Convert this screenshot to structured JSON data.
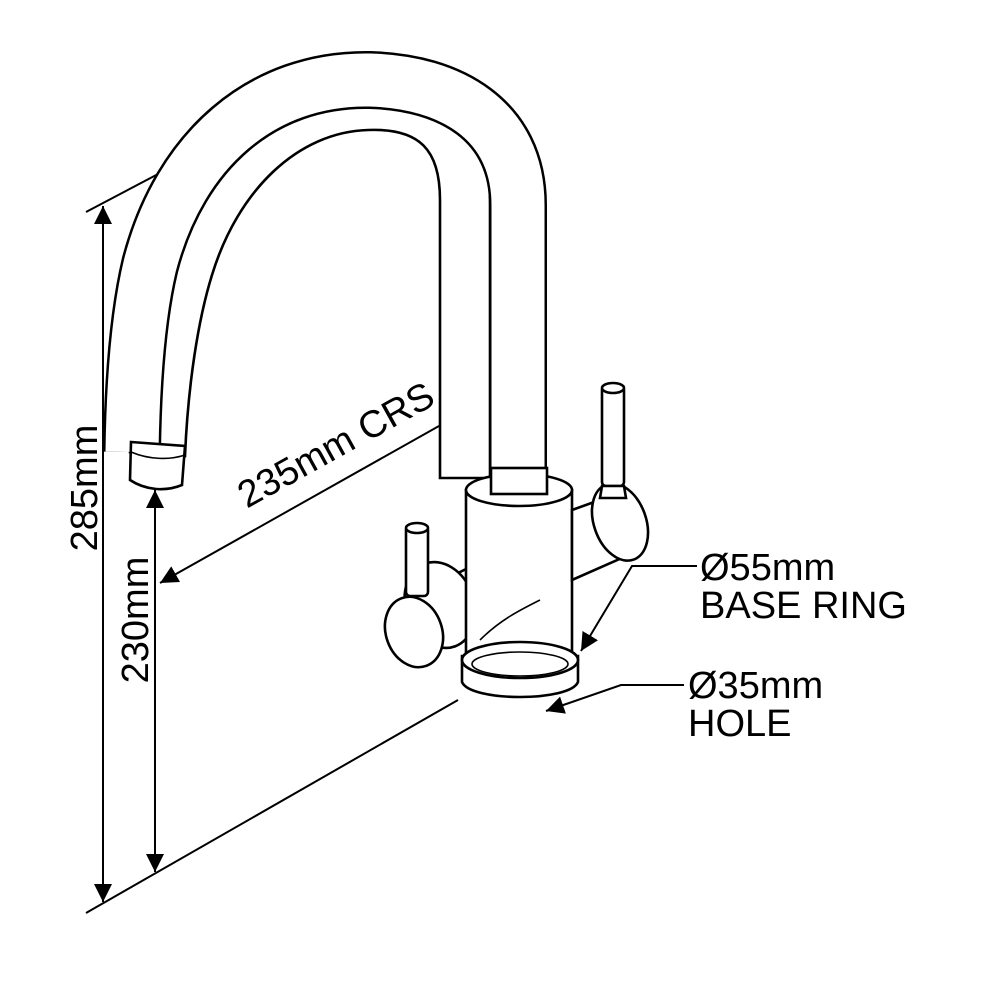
{
  "dimensions": {
    "overall_height": "285mm",
    "spout_height": "230mm",
    "spout_reach": "235mm CRS",
    "base_ring_size": "Ø55mm",
    "base_ring_label": "BASE RING",
    "hole_size": "Ø35mm",
    "hole_label": "HOLE"
  },
  "colors": {
    "line": "#000000",
    "background": "#ffffff"
  }
}
